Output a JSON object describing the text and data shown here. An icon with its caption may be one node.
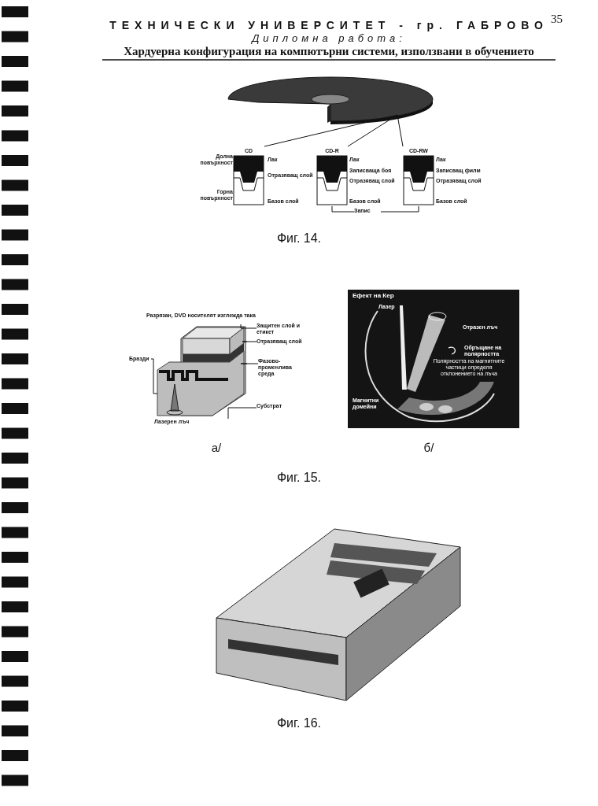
{
  "diagram": {
    "nodes": [
      {
        "text": [],
        "shape": "picture"
      },
      {
        "text": [
          "CD"
        ]
      },
      {
        "text": [
          "CD-R"
        ]
      },
      {
        "text": [
          "CD-RW"
        ]
      },
      {
        "text": [
          "Запис"
        ]
      },
      {
        "text": [
          "Защитен слой и етикет"
        ]
      },
      {
        "text": [
          "Отразяващ слой"
        ]
      },
      {
        "text": [
          "Фазово-променлива среда"
        ]
      },
      {
        "text": [
          "Бразди"
        ]
      },
      {
        "text": [
          "Субстрат"
        ]
      },
      {
        "text": [],
        "shape": "picture"
      }
    ],
    "edges": [
      {
        "from": 0,
        "to": 1,
        "arrow": "none"
      },
      {
        "from": 0,
        "to": 2,
        "arrow": "none"
      },
      {
        "from": 0,
        "to": 3,
        "arrow": "none"
      },
      {
        "from": 4,
        "to": 2,
        "arrow": "none"
      },
      {
        "from": 4,
        "to": 3,
        "arrow": "none"
      },
      {
        "from": 5,
        "to": 10,
        "arrow": "none"
      },
      {
        "from": 6,
        "to": 10,
        "arrow": "none"
      },
      {
        "from": 7,
        "to": 10,
        "arrow": "none"
      },
      {
        "from": 8,
        "to": 10,
        "arrow": "none"
      },
      {
        "from": 9,
        "to": 10,
        "arrow": "none"
      }
    ],
    "labels": [
      "ТЕХНИЧЕСКИ УНИВЕРСИТЕТ - гр. ГАБРОВО",
      "Дипломна работа:",
      "Хардуерна конфигурация на компютърни системи, използвани в обучението",
      "35",
      "Долна повърхност",
      "Горна повърхност",
      "Лак",
      "Отразяващ слой",
      "Базов слой",
      "Лак",
      "Записваща боя",
      "Отразяващ слой",
      "Базов слой",
      "Лак",
      "Записващ филм",
      "Отразяващ слой",
      "Базов слой",
      "Фиг. 14.",
      "Разрязан, DVD носителят изглежда така",
      "Лазерен лъч",
      "Ефект на Кер",
      "Лазер",
      "Отразен лъч",
      "Обръщане на полярността",
      "Полярността на магнитните частици определя отклонението на лъча",
      "Магнитни домейни",
      "а/",
      "б/",
      "Фиг. 15.",
      "Фиг. 16."
    ]
  }
}
